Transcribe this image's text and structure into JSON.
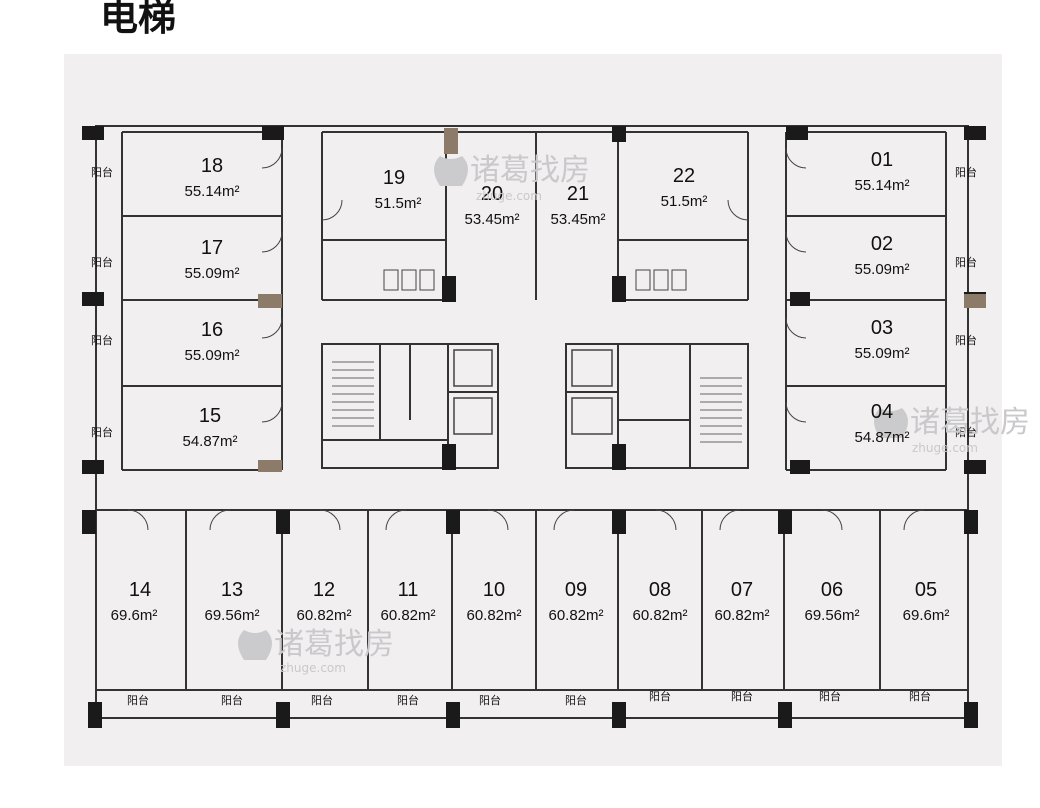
{
  "header": {
    "text": "电梯"
  },
  "legend": {
    "balcony_label": "阳台"
  },
  "watermark": {
    "brand": "诸葛找房",
    "domain": "zhuge.com"
  },
  "units": [
    {
      "number": "18",
      "area": "55.14m²"
    },
    {
      "number": "17",
      "area": "55.09m²"
    },
    {
      "number": "16",
      "area": "55.09m²"
    },
    {
      "number": "15",
      "area": "54.87m²"
    },
    {
      "number": "19",
      "area": "51.5m²"
    },
    {
      "number": "20",
      "area": "53.45m²"
    },
    {
      "number": "21",
      "area": "53.45m²"
    },
    {
      "number": "22",
      "area": "51.5m²"
    },
    {
      "number": "01",
      "area": "55.14m²"
    },
    {
      "number": "02",
      "area": "55.09m²"
    },
    {
      "number": "03",
      "area": "55.09m²"
    },
    {
      "number": "04",
      "area": "54.87m²"
    },
    {
      "number": "14",
      "area": "69.6m²"
    },
    {
      "number": "13",
      "area": "69.56m²"
    },
    {
      "number": "12",
      "area": "60.82m²"
    },
    {
      "number": "11",
      "area": "60.82m²"
    },
    {
      "number": "10",
      "area": "60.82m²"
    },
    {
      "number": "09",
      "area": "60.82m²"
    },
    {
      "number": "08",
      "area": "60.82m²"
    },
    {
      "number": "07",
      "area": "60.82m²"
    },
    {
      "number": "06",
      "area": "69.56m²"
    },
    {
      "number": "05",
      "area": "69.6m²"
    }
  ]
}
